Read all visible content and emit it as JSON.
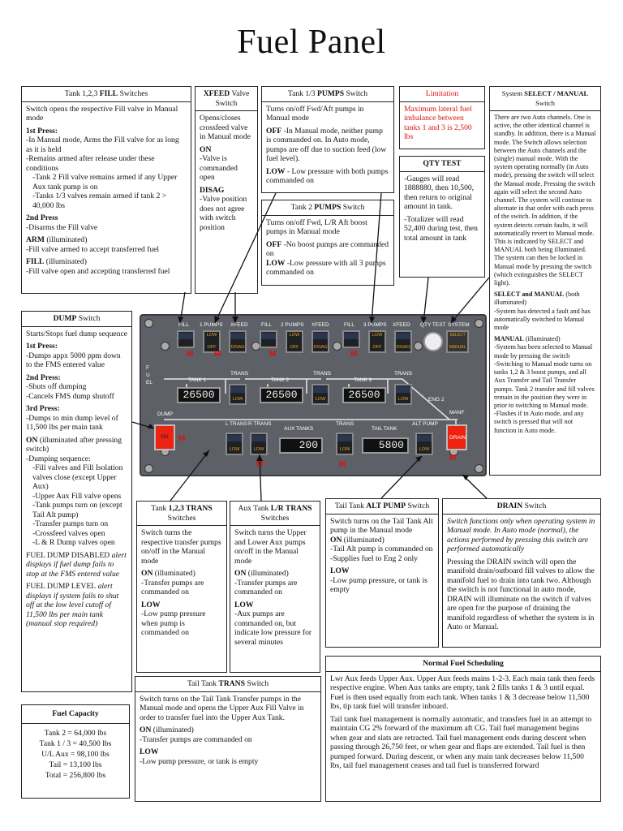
{
  "title": "Fuel Panel",
  "fill": {
    "hdr_a": "Tank 1,2,3 ",
    "hdr_b": "FILL",
    "hdr_c": " Switches",
    "intro": "Switch opens the respective Fill valve in Manual mode",
    "press1": "1st Press:",
    "p1a": "-In Manual mode, Arms the Fill valve for as long as it is held",
    "p1b": "-Remains armed after release under these conditions",
    "p1c": "-Tank 2 Fill valve remains armed if any Upper Aux tank pump is on",
    "p1d": "-Tanks 1/3 valves remain armed if tank 2 > 40,000 lbs",
    "press2": "2nd Press",
    "p2a": "-Disarms the Fill valve",
    "arm": "ARM",
    "arm_note": " (illuminated)",
    "arm_a": "-Fill valve armed to accept transferred fuel",
    "fillk": "FILL",
    "fill_note": " (illuminated)",
    "fill_a": "-Fill valve open and accepting transferred fuel"
  },
  "xfeed": {
    "hdr_a": "XFEED",
    "hdr_b": " Valve Switch",
    "a": "Opens/closes crossfeed valve in Manual mode",
    "on": "ON",
    "on_a": "-Valve is commanded open",
    "disag": "DISAG",
    "disag_a": "-Valve position does not agree with switch position"
  },
  "pumps13": {
    "hdr_a": "Tank 1/3 ",
    "hdr_b": "PUMPS",
    "hdr_c": " Switch",
    "a": "Turns on/off Fwd/Aft pumps in Manual mode",
    "off": "OFF",
    "off_a": " -In Manual mode, neither pump is commanded on. In Auto mode, pumps are off due to suction feed (low fuel level).",
    "low": "LOW",
    "low_a": " - Low pressure with both pumps commanded on"
  },
  "limitation": {
    "hdr": "Limitation",
    "text": "Maximum lateral fuel imbalance between tanks 1 and 3 is 2,500 lbs"
  },
  "qty": {
    "hdr": "QTY TEST",
    "a": "-Gauges will read 1888880, then 10,500, then return to original amount in tank.",
    "b": "-Totalizer will read 52,400 during test, then total amount in tank"
  },
  "pumps2": {
    "hdr_a": "Tank 2 ",
    "hdr_b": "PUMPS",
    "hdr_c": " Switch",
    "a": "Turns on/off Fwd, L/R Aft boost pumps in Manual mode",
    "off": "OFF",
    "off_a": "  -No boost pumps are commanded on",
    "low": "LOW",
    "low_a": "  -Low pressure with all 3 pumps commanded on"
  },
  "system": {
    "hdr_a": "System ",
    "hdr_b": "SELECT / MANUAL",
    "hdr_c": " Switch",
    "a": "There are two Auto channels. One is active, the other identical channel is standby. In addition, there is a Manual mode. The Switch allows selection between the Auto channels and the (single) manual mode. With the system operating normally (in Auto mode), pressing the switch will select the Manual mode. Pressing the switch again will select the second Auto channel. The system will continue to alternate in that order with each press of the switch. In addition, if the system detects certain faults, it will automatically revert to Manual mode. This is indicated by SELECT and MANUAL both being illuminated. The system can then be locked in Manual mode by pressing the switch (which extinguishes the SELECT light).",
    "sm": "SELECT and MANUAL",
    "sm_note": " (both illuminated)",
    "sm_a": "-System has detected a fault and has automatically switched to Manual mode",
    "man": "MANUAL",
    "man_note": " (illuminated)",
    "man_a": "-System has been selected to Manual mode by pressing the switch",
    "man_b": "-Switching to Manual mode turns on tanks 1,2 & 3 boost pumps, and all Aux Transfer and Tail Transfer pumps. Tank 2 transfer and fill valves remain in the position they were in prior to switching to Manual mode.",
    "man_c": "-Flashes if in Auto mode, and any switch is pressed that will not function in Auto mode."
  },
  "dump": {
    "hdr_a": "DUMP",
    "hdr_b": " Switch",
    "a": "Starts/Stops fuel dump sequence",
    "press1": "1st Press:",
    "p1": "-Dumps appx 5000 ppm down to the FMS entered value",
    "press2": "2nd Press:",
    "p2a": "-Shuts off dumping",
    "p2b": "-Cancels FMS dump shutoff",
    "press3": "3rd Press:",
    "p3": "-Dumps to min dump level of 11,500 lbs per main tank",
    "on": "ON",
    "on_note": " (illuminated after pressing switch)",
    "seq": "-Dumping sequence:",
    "s1": "-Fill valves and Fill Isolation valves close (except Upper Aux)",
    "s2": "-Upper Aux Fill valve opens",
    "s3": "-Tank pumps turn on (except Tail Alt pump)",
    "s4": "-Transfer pumps turn on",
    "s5": "-Crossfeed valves open",
    "s6": "-L & R Dump valves open",
    "dis": "FUEL DUMP DISABLED",
    "dis_a": " alert displays if fuel dump fails to stop at the FMS entered value",
    "lvl": "FUEL DUMP LEVEL",
    "lvl_a": " alert displays if system fails to shut off at the low level cutoff of 11,500 lbs per main tank (manual stop required)"
  },
  "trans123": {
    "hdr_a": "Tank ",
    "hdr_b": "1,2,3 TRANS",
    "hdr_c": " Switches",
    "a": "Switch turns the respective transfer pumps on/off in the Manual mode",
    "on": "ON",
    "on_note": " (illuminated)",
    "on_a": "-Transfer pumps are commanded on",
    "low": "LOW",
    "low_a": "-Low pump pressure when pump is commanded on"
  },
  "auxtrans": {
    "hdr_a": "Aux Tank ",
    "hdr_b": "L/R TRANS",
    "hdr_c": " Switches",
    "a": "Switch turns the Upper and Lower Aux pumps on/off in the Manual mode",
    "on": "ON",
    "on_note": " (illuminated)",
    "on_a": "-Transfer pumps are commanded on",
    "low": "LOW",
    "low_a": "-Aux pumps are commanded on, but indicate low pressure for several minutes"
  },
  "altpump": {
    "hdr_a": "Tail Tank ",
    "hdr_b": "ALT PUMP",
    "hdr_c": " Switch",
    "a": "Switch turns on the Tail Tank Alt pump in the Manual mode",
    "on": "ON",
    "on_note": " (illuminated)",
    "on_a": "-Tail Alt pump is commanded on",
    "on_b": "-Supplies fuel to Eng 2 only",
    "low": "LOW",
    "low_a": "-Low pump pressure, or tank is empty"
  },
  "drain": {
    "hdr_a": "DRAIN",
    "hdr_b": " Switch",
    "a": "Switch functions only when operating system in Manual mode. In Auto mode (normal), the actions performed by pressing this switch are performed automatically",
    "b": "Pressing the DRAIN switch will open the manifold drain/outboard fill valves to allow the manifold fuel to drain into tank two. Although the switch is not functional in auto mode, DRAIN will illuminate on the switch if valves are open for the purpose of draining the manifold regardless of whether the system is in Auto or Manual."
  },
  "tailtrans": {
    "hdr_a": "Tail Tank ",
    "hdr_b": "TRANS",
    "hdr_c": " Switch",
    "a": "Switch turns on the Tail Tank Transfer pumps in the Manual mode and opens the Upper Aux Fill Valve in order to transfer fuel into the Upper Aux Tank.",
    "on": "ON",
    "on_note": " (illuminated)",
    "on_a": "-Transfer pumps are commanded on",
    "low": "LOW",
    "low_a": "-Low pump pressure, or tank is empty"
  },
  "capacity": {
    "hdr": "Fuel Capacity",
    "rows": [
      "Tank 2 = 64,000 lbs",
      "Tank 1 / 3 = 40,500 lbs",
      "U/L Aux = 98,100 lbs",
      "Tail = 13,100 lbs",
      "Total = 256,800 lbs"
    ]
  },
  "sched": {
    "hdr": "Normal Fuel Scheduling",
    "a": "Lwr Aux feeds Upper Aux. Upper Aux feeds mains 1-2-3. Each main tank then feeds respective engine. When Aux tanks are empty, tank 2 fills tanks 1 & 3 until equal. Fuel is then used equally from each tank. When tanks 1 & 3 decrease below 11,500 lbs, tip tank fuel will transfer inboard.",
    "b": "Tail tank fuel management is normally automatic, and transfers fuel in an attempt to maintain CG 2% forward of the maximum aft CG. Tail fuel management begins when gear and slats are retracted. Tail fuel management ends during descent when passing through 26,750 feet, or when gear and flaps are extended. Tail fuel is then pumped forward. During descent, or when any main tank decreases below 11,500 lbs, tail fuel management ceases and tail fuel is transferred forward"
  },
  "panel": {
    "fill": "FILL",
    "pumps1": "1 PUMPS",
    "xfeed": "XFEED",
    "pumps2": "2 PUMPS",
    "pumps3": "3 PUMPS",
    "qtytest": "QTY TEST",
    "system": "SYSTEM",
    "low": "LOW",
    "off": "OFF",
    "disag": "DISAG",
    "select": "SELECT",
    "manual": "MANUAL",
    "tank1": "TANK 1",
    "tank2": "TANK 2",
    "tank3": "TANK 3",
    "trans": "TRANS",
    "t1": "26500",
    "t2": "26500",
    "t3": "26500",
    "dump": "DUMP",
    "on": "ON",
    "ltrans": "L TRANS",
    "rtrans": "R TRANS",
    "auxtanks": "AUX TANKS",
    "aux": "200",
    "tailtank": "TAIL TANK",
    "tail": "5800",
    "altpump": "ALT PUMP",
    "eng2": "ENG 2",
    "manf": "MANF",
    "drain": "DRAIN",
    "fuel": "FUEL",
    "m": "M"
  }
}
